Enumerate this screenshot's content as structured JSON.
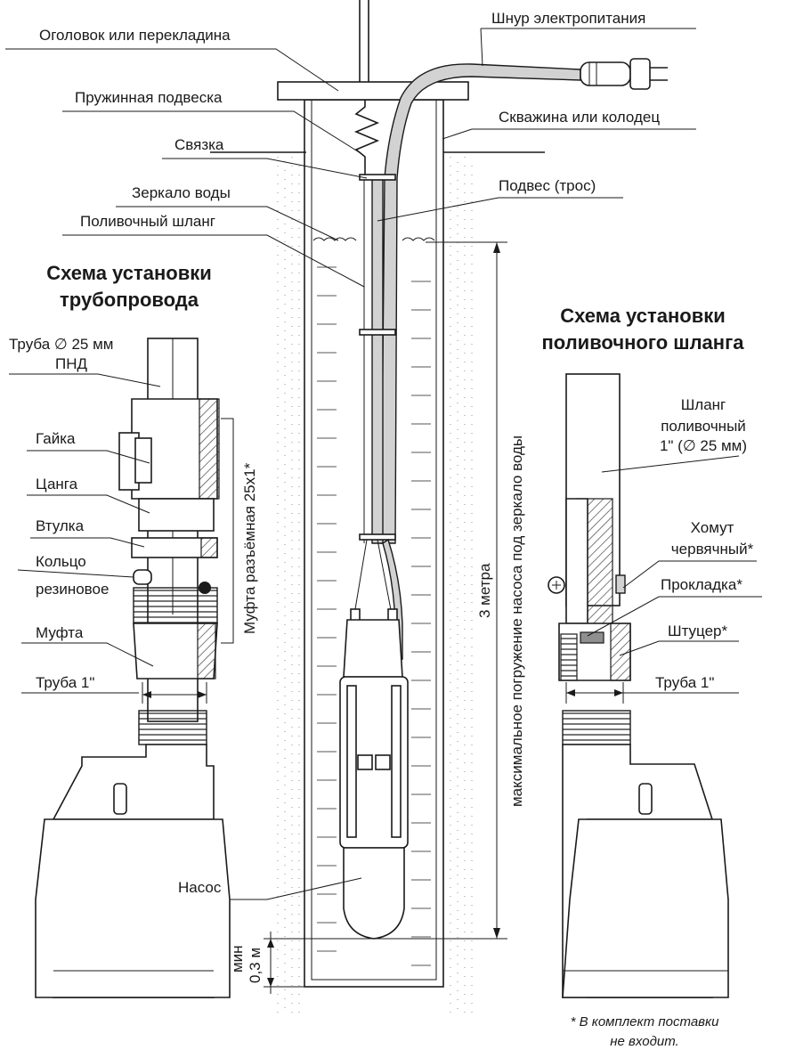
{
  "titles": {
    "pipeline": [
      "Схема установки",
      "трубопровода"
    ],
    "hose": [
      "Схема установки",
      "поливочного шланга"
    ]
  },
  "well_labels": {
    "cap": "Оголовок или перекладина",
    "power_cord": "Шнур электропитания",
    "spring": "Пружинная подвеска",
    "well": "Скважина или колодец",
    "tie": "Связка",
    "water_level": "Зеркало воды",
    "cable": "Подвес (трос)",
    "hose": "Поливочный шланг",
    "pump": "Насос"
  },
  "pipeline_labels": {
    "pipe": [
      "Труба ∅ 25 мм",
      "ПНД"
    ],
    "nut": "Гайка",
    "collet": "Цанга",
    "bushing": "Втулка",
    "ring": [
      "Кольцо",
      "резиновое"
    ],
    "coupling": "Муфта",
    "pipe_1": "Труба 1\"",
    "split_coupling": "Муфта разъёмная 25х1*"
  },
  "hose_labels": {
    "hose": [
      "Шланг",
      "поливочный",
      "1\" (∅ 25 мм)"
    ],
    "clamp": [
      "Хомут",
      "червячный*"
    ],
    "gasket": "Прокладка*",
    "fitting": "Штуцер*",
    "pipe_1": "Труба 1\""
  },
  "dimensions": {
    "depth_label": "3 метра",
    "depth_caption": "максимальное погружение насоса под зеркало воды",
    "min_gap": [
      "мин",
      "0,3 м"
    ]
  },
  "footnote": [
    "* В комплект поставки",
    "не входит."
  ]
}
